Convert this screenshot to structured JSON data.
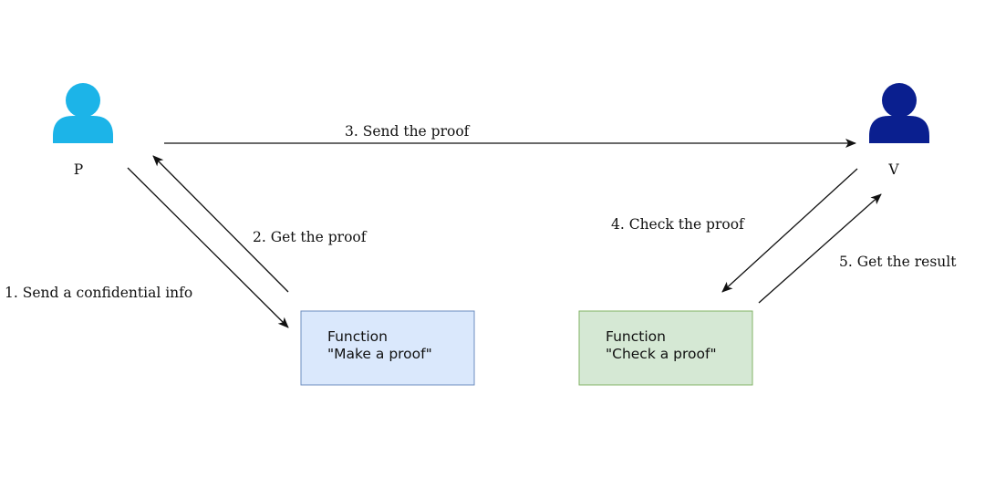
{
  "actors": {
    "prover": {
      "label": "P",
      "icon": "user-icon",
      "color": "#1CB4E8"
    },
    "verifier": {
      "label": "V",
      "icon": "user-icon",
      "color": "#0A1F8F"
    }
  },
  "boxes": {
    "make_proof": {
      "line1": "Function",
      "line2": "\"Make a proof\"",
      "fill": "#DAE8FC",
      "stroke": "#6C8EBF"
    },
    "check_proof": {
      "line1": "Function",
      "line2": "\"Check a proof\"",
      "fill": "#D5E8D4",
      "stroke": "#82B366"
    }
  },
  "steps": {
    "send_info": "1. Send a confidential info",
    "get_proof": "2. Get the proof",
    "send_proof": "3. Send the proof",
    "check_proof": "4. Check the proof",
    "get_result": "5. Get the result"
  }
}
